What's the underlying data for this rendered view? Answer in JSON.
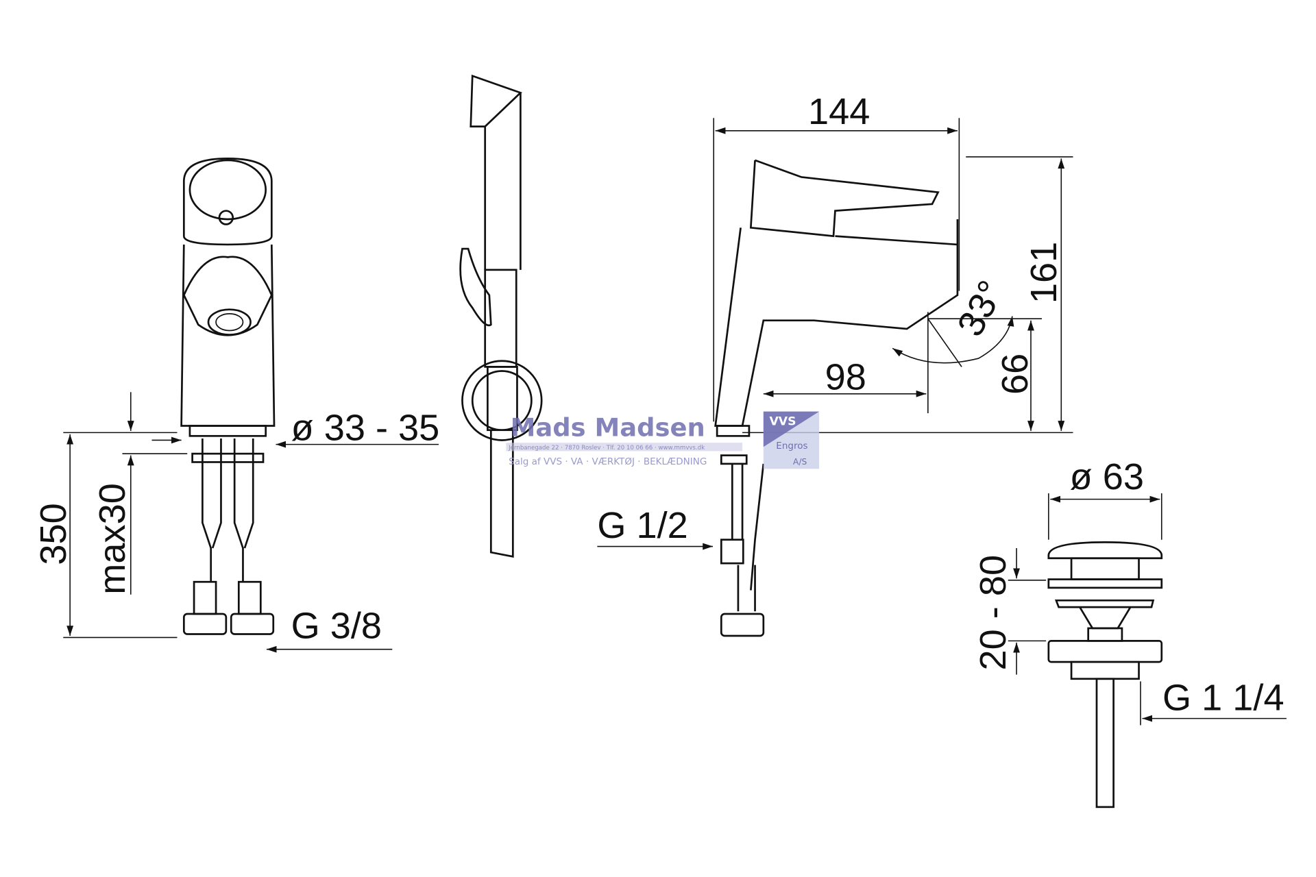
{
  "dimensions": {
    "width": "144",
    "height": "161",
    "angle": "33°",
    "spout_reach": "98",
    "spout_height": "66",
    "hole_diameter": "ø 33 - 35",
    "hose_length": "350",
    "max_deck": "max30",
    "connection_left": "G 3/8",
    "connection_side": "G 1/2",
    "waste_diameter": "ø 63",
    "waste_range": "20 - 80",
    "waste_thread": "G 1 1/4"
  },
  "watermark": {
    "name": "Mads Madsen",
    "address": "Jernbanegade 22 · 7870 Roslev · Tlf. 20 10 06 66 · www.mmvvs.dk",
    "tagline": "Salg af VVS · VA · VÆRKTØJ · BEKLÆDNING",
    "badge_1": "VVS",
    "badge_2": "Engros",
    "badge_3": "A/S"
  }
}
